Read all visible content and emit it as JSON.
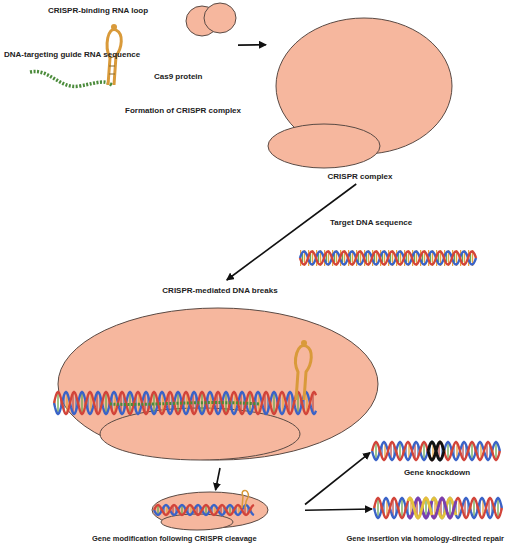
{
  "diagram": {
    "nodes": [
      {
        "text": [
          "Cas9 protein"
        ]
      },
      {
        "text": [
          "CRISPR complex"
        ]
      },
      {
        "text": [
          "CRISPR-mediated DNA breaks"
        ]
      },
      {
        "text": [
          "Gene modification following CRISPR cleavage"
        ]
      },
      {
        "text": [
          "Gene knockdown"
        ]
      },
      {
        "text": [
          "Gene insertion via homology-directed repair"
        ]
      }
    ],
    "edges": [
      {
        "from": 0,
        "to": 1,
        "arrow": "to",
        "label": "Formation of CRISPR complex"
      },
      {
        "from": 1,
        "to": 2,
        "arrow": "to"
      },
      {
        "from": 2,
        "to": 3,
        "arrow": "to"
      },
      {
        "from": 3,
        "to": 4,
        "arrow": "to"
      },
      {
        "from": 3,
        "to": 5,
        "arrow": "to"
      }
    ],
    "labels": [
      "CRISPR-binding RNA loop",
      "DNA-targeting guide RNA sequence",
      "Target DNA sequence"
    ]
  }
}
